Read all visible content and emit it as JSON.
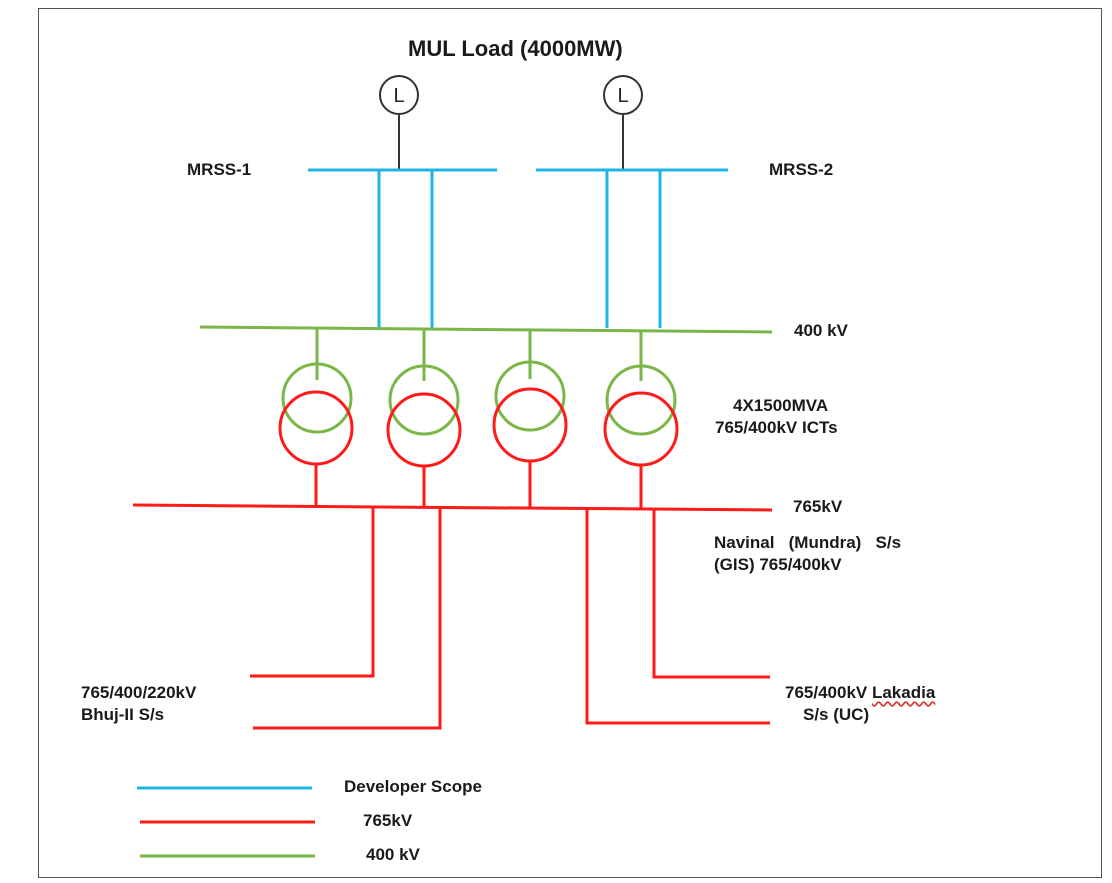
{
  "title": "MUL Load (4000MW)",
  "load_symbol": "L",
  "buses": {
    "mrss1": "MRSS-1",
    "mrss2": "MRSS-2",
    "bus_400": "400 kV",
    "bus_765": "765kV"
  },
  "transformers": {
    "line1": "4X1500MVA",
    "line2": "765/400kV ICTs"
  },
  "substation": {
    "line1": "Navinal   (Mundra)   S/s",
    "line2": "(GIS) 765/400kV"
  },
  "outputs": {
    "bhuj_line1": "765/400/220kV",
    "bhuj_line2": "Bhuj-II S/s",
    "lakadia_line1_prefix": "765/400kV ",
    "lakadia_line1_word": "Lakadia",
    "lakadia_line2": "S/s (UC)"
  },
  "legend": [
    {
      "label": "Developer Scope",
      "color": "#1fb4e6"
    },
    {
      "label": "765kV",
      "color": "#ff1a1a"
    },
    {
      "label": "400 kV",
      "color": "#7ab648"
    }
  ],
  "colors": {
    "developer": "#1fb4e6",
    "kv765": "#ff1a1a",
    "kv400": "#7ab648",
    "load_line": "#333333"
  }
}
